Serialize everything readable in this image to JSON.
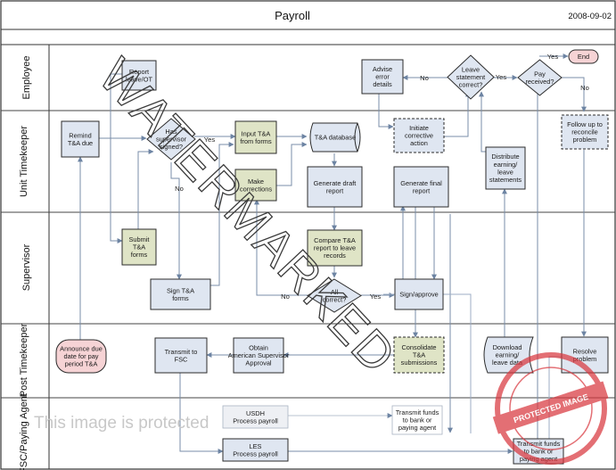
{
  "header": {
    "title": "Payroll",
    "date": "2008-09-02"
  },
  "lanes": [
    {
      "id": "employee",
      "label": "Employee"
    },
    {
      "id": "unit",
      "label": "Unit Timekeeper"
    },
    {
      "id": "supervisor",
      "label": "Supervisor"
    },
    {
      "id": "post",
      "label": "Post Timekeeper"
    },
    {
      "id": "fsc",
      "label": "FSC/Paying Agent"
    }
  ],
  "nodes": [
    {
      "id": "report_leave",
      "type": "process",
      "label": "Report leave/OT",
      "fill": "#dfe6f1"
    },
    {
      "id": "advise_error",
      "type": "process",
      "label": "Advise error details",
      "fill": "#dfe6f1"
    },
    {
      "id": "leave_correct",
      "type": "decision",
      "label": "Leave statement correct?",
      "fill": "#dfe6f1"
    },
    {
      "id": "pay_received",
      "type": "decision",
      "label": "Pay received?",
      "fill": "#dfe6f1"
    },
    {
      "id": "end",
      "type": "terminator",
      "label": "End",
      "fill": "#f6d3d5"
    },
    {
      "id": "remind",
      "type": "process",
      "label": "Remind T&A due",
      "fill": "#dfe6f1"
    },
    {
      "id": "has_signed",
      "type": "decision",
      "label": "Has supervisor signed?",
      "fill": "#dfe6f1"
    },
    {
      "id": "input_ta",
      "type": "process",
      "label": "Input T&A from forms",
      "fill": "#dfe4c6"
    },
    {
      "id": "ta_db",
      "type": "database",
      "label": "T&A database",
      "fill": "#dfe6f1"
    },
    {
      "id": "make_corr",
      "type": "process",
      "label": "Make corrections",
      "fill": "#dfe4c6"
    },
    {
      "id": "gen_draft",
      "type": "process",
      "label": "Generate draft report",
      "fill": "#dfe6f1"
    },
    {
      "id": "gen_final",
      "type": "process",
      "label": "Generate final report",
      "fill": "#dfe6f1"
    },
    {
      "id": "initiate",
      "type": "process-dashed",
      "label": "Initiate corrective action",
      "fill": "#dfe6f1"
    },
    {
      "id": "distribute",
      "type": "process",
      "label": "Distribute earning/ leave statements",
      "fill": "#dfe6f1"
    },
    {
      "id": "follow_up",
      "type": "process-dashed",
      "label": "Follow up to reconcile problem",
      "fill": "#dfe6f1"
    },
    {
      "id": "submit_ta",
      "type": "process",
      "label": "Submit T&A forms",
      "fill": "#dfe4c6"
    },
    {
      "id": "compare",
      "type": "process",
      "label": "Compare T&A report to leave records",
      "fill": "#dfe4c6"
    },
    {
      "id": "all_correct",
      "type": "decision",
      "label": "All correct?",
      "fill": "#dfe6f1"
    },
    {
      "id": "sign_ta",
      "type": "process",
      "label": "Sign T&A forms",
      "fill": "#dfe6f1"
    },
    {
      "id": "sign_approve",
      "type": "process",
      "label": "Sign/approve",
      "fill": "#dfe6f1"
    },
    {
      "id": "announce",
      "type": "terminator",
      "label": "Announce due date for pay period T&A",
      "fill": "#f6d3d5"
    },
    {
      "id": "transmit_fsc",
      "type": "process",
      "label": "Transmit to FSC",
      "fill": "#dfe6f1"
    },
    {
      "id": "obtain",
      "type": "process",
      "label": "Obtain American Supervisor Approval",
      "fill": "#dfe6f1"
    },
    {
      "id": "consolidate",
      "type": "process-dashed",
      "label": "Consolidate T&A submissions",
      "fill": "#dfe4c6"
    },
    {
      "id": "download",
      "type": "storage",
      "label": "Download earning/ leave data",
      "fill": "#dfe6f1"
    },
    {
      "id": "resolve",
      "type": "process",
      "label": "Resolve problem",
      "fill": "#dfe6f1"
    },
    {
      "id": "usdh",
      "type": "process-faded",
      "label": "USDH Process payroll",
      "fill": "#eef0f4"
    },
    {
      "id": "transmit_funds_a",
      "type": "process-faded",
      "label": "Transmit funds to bank or paying agent",
      "fill": "#ffffff"
    },
    {
      "id": "les",
      "type": "process",
      "label": "LES Process payroll",
      "fill": "#dfe6f1"
    },
    {
      "id": "transmit_funds_b",
      "type": "process",
      "label": "Transmit funds to bank or paying agent",
      "fill": "#dfe6f1"
    }
  ],
  "edges": [
    {
      "from": "leave_correct",
      "to": "advise_error",
      "label": "No"
    },
    {
      "from": "leave_correct",
      "to": "pay_received",
      "label": "Yes"
    },
    {
      "from": "pay_received",
      "to": "end",
      "label": "Yes"
    },
    {
      "from": "pay_received",
      "to": "follow_up",
      "label": "No"
    },
    {
      "from": "has_signed",
      "to": "input_ta",
      "label": "Yes"
    },
    {
      "from": "has_signed",
      "to": "sign_ta",
      "label": "No"
    },
    {
      "from": "all_correct",
      "to": "make_corr",
      "label": "No"
    },
    {
      "from": "all_correct",
      "to": "sign_approve",
      "label": "Yes"
    }
  ],
  "overlays": {
    "watermark": "WATERMARKED",
    "protected_notice": "This image is protected",
    "stamp": "PROTECTED IMAGE"
  },
  "colors": {
    "process": "#dfe6f1",
    "green_process": "#dfe4c6",
    "terminator": "#f6d3d5",
    "stroke": "#2b2b2b",
    "lane_line": "#555555",
    "connector": "#7a8ea8",
    "stamp": "#d9383f"
  }
}
